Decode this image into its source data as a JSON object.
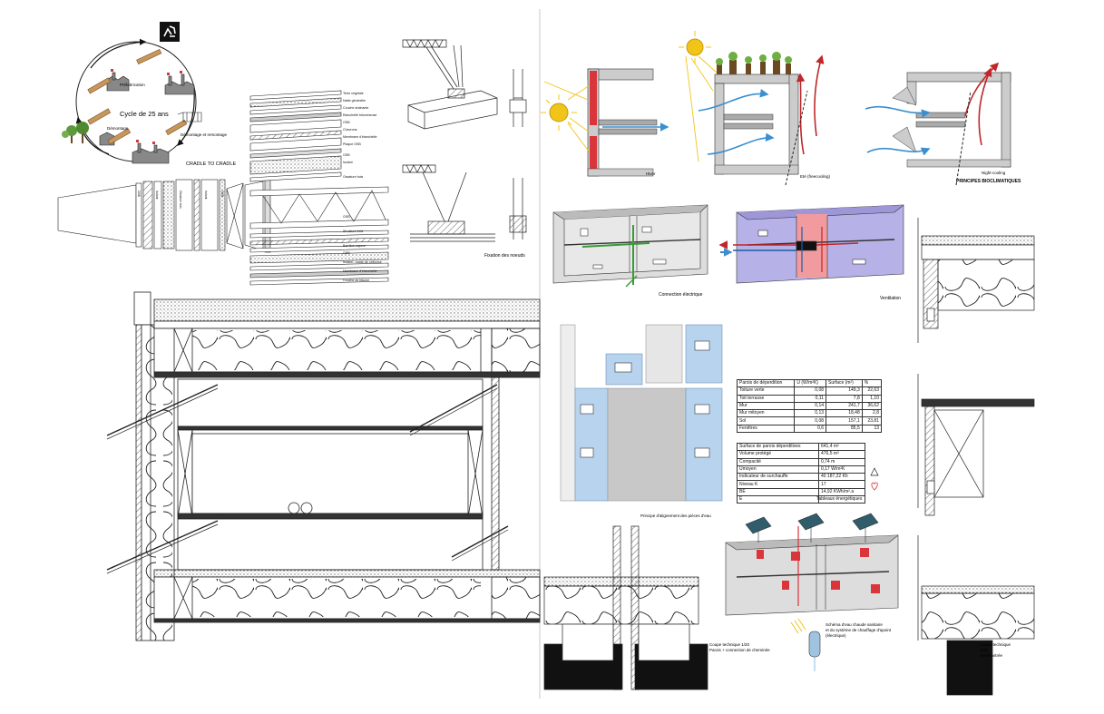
{
  "lifecycle": {
    "title": "Cycle de 25 ans",
    "caption": "CRADLE TO CRADLE",
    "steps": [
      "Préfabrication",
      "Démontage et remontage",
      "Démontage"
    ]
  },
  "roof_layers": [
    "Terre végétale",
    "Natte géotextile",
    "Couche drainante",
    "Etanchéité bitumineuse",
    "OSB",
    "Chevrons",
    "Membrane d'étanchéité",
    "Plaque OSB",
    "OSB",
    "Isolant",
    "Ossature bois",
    "OSB",
    "Structure bois",
    "Barrière vapeur",
    "OSB",
    "Isolant - ouate de cellulose",
    "Membrane d'étanchéité",
    "Couche de bitume"
  ],
  "node_fixation_caption": "Fixation des noeuds",
  "bioclimatic": {
    "winter": "Hiver",
    "summer": "Eté (freecooling)",
    "night": "Night-cooling",
    "title": "PRINCIPES BIOCLIMATIQUES"
  },
  "diagrams": {
    "electric": "Connection électrique",
    "ventilation": "Ventilation",
    "water_alignment": "Principe d'alignement des pièces d'eau",
    "hot_water": "Schéma d'eau chaude sanitaire et du système de chauffage d'apoint (électrique)"
  },
  "losses_table": {
    "headers": [
      "Parois de déperdition",
      "U (W/m²K)",
      "Surface (m²)",
      "%"
    ],
    "rows": [
      [
        "Toiture verte",
        "0,08",
        "149,3",
        "22,63"
      ],
      [
        "Toit terrasse",
        "0,11",
        "7,8",
        "1,10"
      ],
      [
        "Mur",
        "0,14",
        "241,7",
        "36,62"
      ],
      [
        "Mur mitoyen",
        "0,13",
        "18,48",
        "2,8"
      ],
      [
        "Sol",
        "0,08",
        "157,1",
        "23,81"
      ],
      [
        "Fenêtres",
        "0,6",
        "85,5",
        "13"
      ]
    ]
  },
  "energy_table": {
    "rows": [
      [
        "Surface de parois déperditives",
        "641,4 m²"
      ],
      [
        "Volume protégé",
        "476,5 m³"
      ],
      [
        "Compacité",
        "0,74 m"
      ],
      [
        "Umoyen",
        "0,17 W/m²K"
      ],
      [
        "Indicateur de surchauffe",
        "40 187,22 Kh"
      ],
      [
        "Niveau K",
        "17"
      ],
      [
        "BE",
        "14,92 KWh/m².a"
      ],
      [
        "E",
        ""
      ]
    ],
    "caption": "Tableaux énergétiques"
  },
  "sections": {
    "chimney": "Coupe technique 1/20\nParois + connection de cheminée",
    "glazed": "Coupe technique 1/20\nParois vitrée"
  },
  "colors": {
    "accent_red": "#d9353a",
    "water_blue": "#b7d3ee",
    "vent_purple": "#b6b1e6",
    "vent_pink": "#f29b9f",
    "electric_green": "#3a9a3a",
    "sun_yellow": "#f0c419"
  }
}
